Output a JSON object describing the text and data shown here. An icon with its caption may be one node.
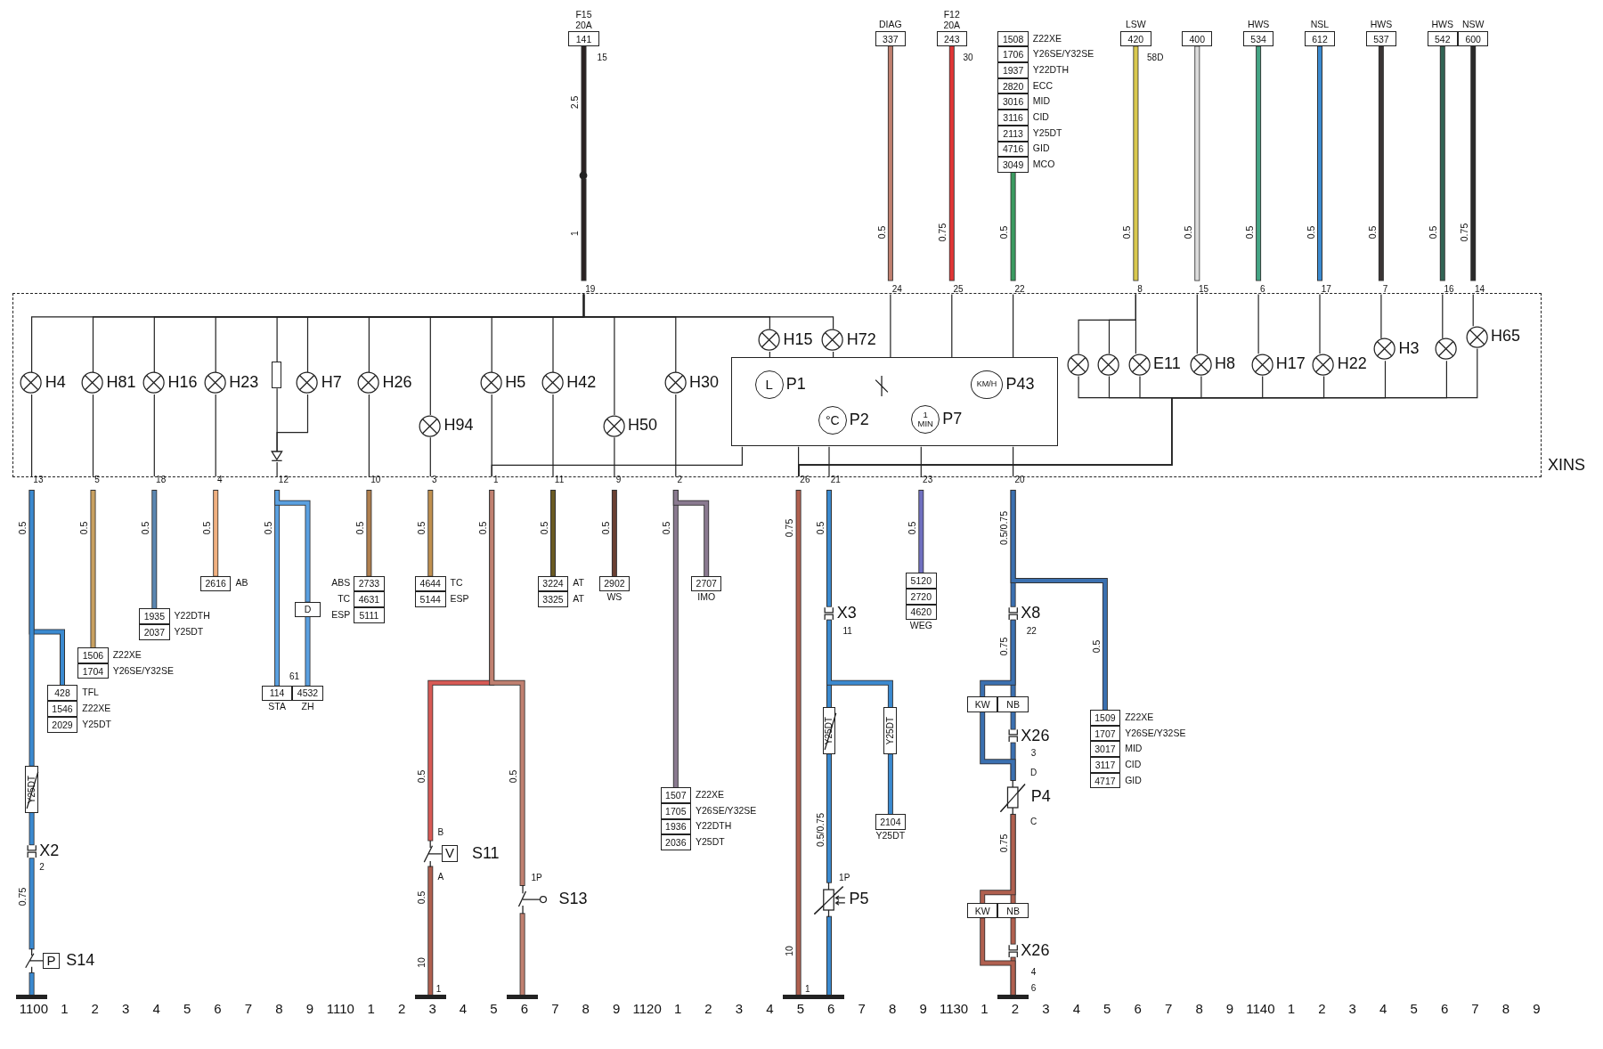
{
  "diagram": {
    "nodes": [
      {
        "text": [
          "XINS"
        ]
      },
      {
        "text": [
          "141"
        ],
        "beside": [
          "F15 20A"
        ]
      },
      {
        "text": [],
        "shape": "circle"
      },
      {
        "text": [
          "337"
        ],
        "beside": [
          "DIAG"
        ]
      },
      {
        "text": [
          "243"
        ],
        "beside": [
          "F12 20A"
        ]
      },
      {
        "text": [
          "1508"
        ],
        "beside": [
          "Z22XE"
        ]
      },
      {
        "text": [
          "1706"
        ],
        "beside": [
          "Y26SE/Y32SE"
        ]
      },
      {
        "text": [
          "1937"
        ],
        "beside": [
          "Y22DTH"
        ]
      },
      {
        "text": [
          "2820"
        ],
        "beside": [
          "ECC"
        ]
      },
      {
        "text": [
          "3016"
        ],
        "beside": [
          "MID"
        ]
      },
      {
        "text": [
          "3116"
        ],
        "beside": [
          "CID"
        ]
      },
      {
        "text": [
          "2113"
        ],
        "beside": [
          "Y25DT"
        ]
      },
      {
        "text": [
          "4716"
        ],
        "beside": [
          "GID"
        ]
      },
      {
        "text": [
          "3049"
        ],
        "beside": [
          "MCO"
        ]
      },
      {
        "text": [
          "420"
        ],
        "beside": [
          "LSW"
        ]
      },
      {
        "text": [
          "400"
        ]
      },
      {
        "text": [
          "534"
        ],
        "beside": [
          "HWS"
        ]
      },
      {
        "text": [
          "612"
        ],
        "beside": [
          "NSL"
        ]
      },
      {
        "text": [
          "537"
        ],
        "beside": [
          "HWS"
        ]
      },
      {
        "text": [
          "542"
        ],
        "beside": [
          "HWS"
        ]
      },
      {
        "text": [
          "600"
        ],
        "beside": [
          "NSW"
        ]
      },
      {
        "text": [
          "19"
        ],
        "in": 0
      },
      {
        "text": [
          "24"
        ],
        "in": 0
      },
      {
        "text": [
          "25"
        ],
        "in": 0
      },
      {
        "text": [
          "22"
        ],
        "in": 0
      },
      {
        "text": [
          "8"
        ],
        "in": 0
      },
      {
        "text": [
          "15"
        ],
        "in": 0
      },
      {
        "text": [
          "6"
        ],
        "in": 0
      },
      {
        "text": [
          "17"
        ],
        "in": 0
      },
      {
        "text": [
          "7"
        ],
        "in": 0
      },
      {
        "text": [
          "16"
        ],
        "in": 0
      },
      {
        "text": [
          "14"
        ],
        "in": 0
      },
      {
        "text": [],
        "shape": "circle",
        "beside": [
          "H4"
        ],
        "in": 0
      },
      {
        "text": [],
        "shape": "circle",
        "beside": [
          "H81"
        ],
        "in": 0
      },
      {
        "text": [],
        "shape": "circle",
        "beside": [
          "H16"
        ],
        "in": 0
      },
      {
        "text": [],
        "shape": "circle",
        "beside": [
          "H23"
        ],
        "in": 0
      },
      {
        "text": [],
        "shape": "box",
        "in": 0
      },
      {
        "text": [],
        "shape": "circle",
        "beside": [
          "H7"
        ],
        "in": 0
      },
      {
        "text": [],
        "shape": "triangle",
        "in": 0
      },
      {
        "text": [],
        "shape": "circle",
        "beside": [
          "H26"
        ],
        "in": 0
      },
      {
        "text": [],
        "shape": "circle",
        "beside": [
          "H94"
        ],
        "in": 0
      },
      {
        "text": [],
        "shape": "circle",
        "beside": [
          "H5"
        ],
        "in": 0
      },
      {
        "text": [],
        "shape": "circle",
        "beside": [
          "H42"
        ],
        "in": 0
      },
      {
        "text": [],
        "shape": "circle",
        "beside": [
          "H50"
        ],
        "in": 0
      },
      {
        "text": [],
        "shape": "circle",
        "beside": [
          "H30"
        ],
        "in": 0
      },
      {
        "text": [],
        "shape": "circle",
        "beside": [
          "H15"
        ],
        "in": 0
      },
      {
        "text": [],
        "shape": "circle",
        "beside": [
          "H72"
        ],
        "in": 0
      },
      {
        "text": [],
        "shape": "box",
        "in": 0
      },
      {
        "text": [
          "L"
        ],
        "beside": [
          "P1"
        ],
        "in": 47
      },
      {
        "text": [
          "°C"
        ],
        "beside": [
          "P2"
        ],
        "in": 47
      },
      {
        "text": [
          "1 MIN"
        ],
        "beside": [
          "P7"
        ],
        "in": 47
      },
      {
        "text": [
          "KM/H"
        ],
        "beside": [
          "P43"
        ],
        "in": 47
      },
      {
        "text": [],
        "shape": "circle",
        "in": 0
      },
      {
        "text": [],
        "shape": "circle",
        "in": 0
      },
      {
        "text": [],
        "shape": "circle",
        "beside": [
          "E11"
        ],
        "in": 0
      },
      {
        "text": [],
        "shape": "circle",
        "beside": [
          "H8"
        ],
        "in": 0
      },
      {
        "text": [],
        "shape": "circle",
        "beside": [
          "H17"
        ],
        "in": 0
      },
      {
        "text": [],
        "shape": "circle",
        "beside": [
          "H22"
        ],
        "in": 0
      },
      {
        "text": [],
        "shape": "circle",
        "beside": [
          "H3"
        ],
        "in": 0
      },
      {
        "text": [],
        "shape": "circle",
        "in": 0
      },
      {
        "text": [],
        "shape": "circle",
        "beside": [
          "H65"
        ],
        "in": 0
      },
      {
        "text": [
          "13"
        ],
        "in": 0
      },
      {
        "text": [
          "5"
        ],
        "in": 0
      },
      {
        "text": [
          "18"
        ],
        "in": 0
      },
      {
        "text": [
          "4"
        ],
        "in": 0
      },
      {
        "text": [
          "12"
        ],
        "in": 0
      },
      {
        "text": [
          "10"
        ],
        "in": 0
      },
      {
        "text": [
          "3"
        ],
        "in": 0
      },
      {
        "text": [
          "1"
        ],
        "in": 0
      },
      {
        "text": [
          "11"
        ],
        "in": 0
      },
      {
        "text": [
          "9"
        ],
        "in": 0
      },
      {
        "text": [
          "2"
        ],
        "in": 0
      },
      {
        "text": [
          "26"
        ],
        "in": 0
      },
      {
        "text": [
          "21"
        ],
        "in": 0
      },
      {
        "text": [
          "23"
        ],
        "in": 0
      },
      {
        "text": [
          "20"
        ],
        "in": 0
      },
      {
        "text": [
          "1506"
        ],
        "beside": [
          "Z22XE"
        ]
      },
      {
        "text": [
          "1704"
        ],
        "beside": [
          "Y26SE/Y32SE"
        ]
      },
      {
        "text": [
          "428"
        ],
        "beside": [
          "TFL"
        ]
      },
      {
        "text": [
          "1546"
        ],
        "beside": [
          "Z22XE"
        ]
      },
      {
        "text": [
          "2029"
        ],
        "beside": [
          "Y25DT"
        ]
      },
      {
        "text": [
          "Y25DT"
        ]
      },
      {
        "text": [],
        "shape": "box",
        "beside": [
          "X2"
        ]
      },
      {
        "text": [
          "P"
        ],
        "beside": [
          "S14"
        ]
      },
      {
        "text": [],
        "shape": "bar"
      },
      {
        "text": [
          "1935"
        ],
        "beside": [
          "Y22DTH"
        ]
      },
      {
        "text": [
          "2037"
        ],
        "beside": [
          "Y25DT"
        ]
      },
      {
        "text": [
          "2616"
        ],
        "beside": [
          "AB"
        ]
      },
      {
        "text": [
          "D"
        ]
      },
      {
        "text": [
          "114"
        ],
        "beside": [
          "STA"
        ]
      },
      {
        "text": [
          "4532"
        ],
        "beside": [
          "ZH"
        ]
      },
      {
        "text": [
          "2733"
        ],
        "beside": [
          "ABS"
        ]
      },
      {
        "text": [
          "4631"
        ],
        "beside": [
          "TC"
        ]
      },
      {
        "text": [
          "5111"
        ],
        "beside": [
          "ESP"
        ]
      },
      {
        "text": [
          "4644"
        ],
        "beside": [
          "TC"
        ]
      },
      {
        "text": [
          "5144"
        ],
        "beside": [
          "ESP"
        ]
      },
      {
        "text": [
          "3224"
        ],
        "beside": [
          "AT"
        ]
      },
      {
        "text": [
          "3325"
        ],
        "beside": [
          "AT"
        ]
      },
      {
        "text": [
          "2902"
        ],
        "beside": [
          "WS"
        ]
      },
      {
        "text": [
          "2707"
        ],
        "beside": [
          "IMO"
        ]
      },
      {
        "text": [
          "1507"
        ],
        "beside": [
          "Z22XE"
        ]
      },
      {
        "text": [
          "1705"
        ],
        "beside": [
          "Y26SE/Y32SE"
        ]
      },
      {
        "text": [
          "1936"
        ],
        "beside": [
          "Y22DTH"
        ]
      },
      {
        "text": [
          "2036"
        ],
        "beside": [
          "Y25DT"
        ]
      },
      {
        "text": [
          "V"
        ],
        "beside": [
          "S11"
        ]
      },
      {
        "text": [],
        "shape": "switch",
        "beside": [
          "S13"
        ]
      },
      {
        "text": [],
        "shape": "bar"
      },
      {
        "text": [],
        "shape": "bar"
      },
      {
        "text": [],
        "shape": "bar"
      },
      {
        "text": [],
        "shape": "box",
        "beside": [
          "X3"
        ]
      },
      {
        "text": [
          "Y25DT"
        ]
      },
      {
        "text": [
          "Y25DT"
        ]
      },
      {
        "text": [
          "2104"
        ],
        "beside": [
          "Y25DT"
        ]
      },
      {
        "text": [],
        "shape": "box",
        "beside": [
          "P5"
        ]
      },
      {
        "text": [],
        "shape": "bar"
      },
      {
        "text": [
          "5120"
        ]
      },
      {
        "text": [
          "2720"
        ]
      },
      {
        "text": [
          "4620"
        ],
        "beside": [
          "WEG"
        ]
      },
      {
        "text": [],
        "shape": "box",
        "beside": [
          "X8"
        ]
      },
      {
        "text": [
          "KW"
        ]
      },
      {
        "text": [
          "NB"
        ]
      },
      {
        "text": [],
        "shape": "box",
        "beside": [
          "X26"
        ]
      },
      {
        "text": [],
        "shape": "box",
        "beside": [
          "P4"
        ]
      },
      {
        "text": [
          "KW"
        ]
      },
      {
        "text": [
          "NB"
        ]
      },
      {
        "text": [],
        "shape": "box",
        "beside": [
          "X26"
        ]
      },
      {
        "text": [],
        "shape": "bar"
      },
      {
        "text": [
          "1509"
        ],
        "beside": [
          "Z22XE"
        ]
      },
      {
        "text": [
          "1707"
        ],
        "beside": [
          "Y26SE/Y32SE"
        ]
      },
      {
        "text": [
          "3017"
        ],
        "beside": [
          "MID"
        ]
      },
      {
        "text": [
          "3117"
        ],
        "beside": [
          "CID"
        ]
      },
      {
        "text": [
          "4717"
        ],
        "beside": [
          "GID"
        ]
      }
    ],
    "edges": [
      {
        "from": 1,
        "to": 2,
        "arrow": "none",
        "label": "2.5",
        "style": "thick",
        "color": "#2a2222"
      },
      {
        "from": 2,
        "to": 21,
        "arrow": "none",
        "label": "1",
        "style": "thick",
        "color": "#2a2222"
      },
      {
        "from": 3,
        "to": 22,
        "arrow": "none",
        "label": "0.5",
        "style": "thick",
        "color": "#c08070"
      },
      {
        "from": 4,
        "to": 23,
        "arrow": "none",
        "label": "0.75",
        "style": "thick",
        "color": "#e03535"
      },
      {
        "from": 13,
        "to": 24,
        "arrow": "none",
        "label": "0.5",
        "style": "thick",
        "color": "#3a9a60"
      },
      {
        "from": 14,
        "to": 25,
        "arrow": "none",
        "label": "0.5",
        "style": "thick",
        "color": "#d8c850"
      },
      {
        "from": 15,
        "to": 26,
        "arrow": "none",
        "label": "0.5",
        "style": "thick",
        "color": "#dcdcdc"
      },
      {
        "from": 16,
        "to": 27,
        "arrow": "none",
        "label": "0.5",
        "style": "thick",
        "color": "#45a585"
      },
      {
        "from": 17,
        "to": 28,
        "arrow": "none",
        "label": "0.5",
        "style": "thick",
        "color": "#3a8ad0"
      },
      {
        "from": 18,
        "to": 29,
        "arrow": "none",
        "label": "0.5",
        "style": "thick",
        "color": "#3a3535"
      },
      {
        "from": 19,
        "to": 30,
        "arrow": "none",
        "label": "0.5",
        "style": "thick",
        "color": "#306555"
      },
      {
        "from": 20,
        "to": 31,
        "arrow": "none",
        "label": "0.75",
        "style": "thick",
        "color": "#2a2a2a"
      },
      {
        "from": 21,
        "to": 32,
        "arrow": "none"
      },
      {
        "from": 21,
        "to": 33,
        "arrow": "none"
      },
      {
        "from": 21,
        "to": 34,
        "arrow": "none"
      },
      {
        "from": 21,
        "to": 35,
        "arrow": "none"
      },
      {
        "from": 21,
        "to": 36,
        "arrow": "none"
      },
      {
        "from": 21,
        "to": 37,
        "arrow": "none"
      },
      {
        "from": 21,
        "to": 39,
        "arrow": "none"
      },
      {
        "from": 21,
        "to": 40,
        "arrow": "none"
      },
      {
        "from": 21,
        "to": 41,
        "arrow": "none"
      },
      {
        "from": 21,
        "to": 42,
        "arrow": "none"
      },
      {
        "from": 21,
        "to": 43,
        "arrow": "none"
      },
      {
        "from": 21,
        "to": 44,
        "arrow": "none"
      },
      {
        "from": 21,
        "to": 45,
        "arrow": "none"
      },
      {
        "from": 21,
        "to": 46,
        "arrow": "none"
      },
      {
        "from": 36,
        "to": 38,
        "arrow": "none"
      },
      {
        "from": 37,
        "to": 38,
        "arrow": "none"
      },
      {
        "from": 22,
        "to": 47,
        "arrow": "none"
      },
      {
        "from": 23,
        "to": 47,
        "arrow": "none"
      },
      {
        "from": 24,
        "to": 47,
        "arrow": "none"
      },
      {
        "from": 25,
        "to": 54,
        "arrow": "none"
      },
      {
        "from": 25,
        "to": 52,
        "arrow": "none"
      },
      {
        "from": 25,
        "to": 53,
        "arrow": "none"
      },
      {
        "from": 26,
        "to": 55,
        "arrow": "none"
      },
      {
        "from": 27,
        "to": 56,
        "arrow": "none"
      },
      {
        "from": 28,
        "to": 57,
        "arrow": "none"
      },
      {
        "from": 29,
        "to": 58,
        "arrow": "none"
      },
      {
        "from": 30,
        "to": 59,
        "arrow": "none"
      },
      {
        "from": 31,
        "to": 60,
        "arrow": "none"
      },
      {
        "from": 52,
        "to": 72,
        "arrow": "none"
      },
      {
        "from": 53,
        "to": 72,
        "arrow": "none"
      },
      {
        "from": 54,
        "to": 72,
        "arrow": "none"
      },
      {
        "from": 55,
        "to": 72,
        "arrow": "none"
      },
      {
        "from": 56,
        "to": 72,
        "arrow": "none"
      },
      {
        "from": 57,
        "to": 72,
        "arrow": "none"
      },
      {
        "from": 58,
        "to": 72,
        "arrow": "none"
      },
      {
        "from": 59,
        "to": 72,
        "arrow": "none"
      },
      {
        "from": 60,
        "to": 72,
        "arrow": "none"
      },
      {
        "from": 47,
        "to": 72,
        "arrow": "none"
      },
      {
        "from": 41,
        "to": 68,
        "arrow": "none"
      },
      {
        "from": 47,
        "to": 68,
        "arrow": "none"
      },
      {
        "from": 32,
        "to": 61,
        "arrow": "none"
      },
      {
        "from": 33,
        "to": 62,
        "arrow": "none"
      },
      {
        "from": 34,
        "to": 63,
        "arrow": "none"
      },
      {
        "from": 35,
        "to": 64,
        "arrow": "none"
      },
      {
        "from": 38,
        "to": 65,
        "arrow": "none"
      },
      {
        "from": 39,
        "to": 66,
        "arrow": "none"
      },
      {
        "from": 40,
        "to": 67,
        "arrow": "none"
      },
      {
        "from": 42,
        "to": 69,
        "arrow": "none"
      },
      {
        "from": 43,
        "to": 70,
        "arrow": "none"
      },
      {
        "from": 44,
        "to": 71,
        "arrow": "none"
      },
      {
        "from": 47,
        "to": 73,
        "arrow": "none"
      },
      {
        "from": 47,
        "to": 74,
        "arrow": "none"
      },
      {
        "from": 47,
        "to": 75,
        "arrow": "none"
      },
      {
        "from": 45,
        "to": 47,
        "arrow": "none"
      },
      {
        "from": 46,
        "to": 47,
        "arrow": "none"
      },
      {
        "from": 61,
        "to": 78,
        "arrow": "none",
        "style": "thick",
        "color": "#3a8ad0"
      },
      {
        "from": 61,
        "to": 81,
        "arrow": "none",
        "label": "0.5",
        "style": "thick",
        "color": "#3a8ad0"
      },
      {
        "from": 81,
        "to": 82,
        "arrow": "none",
        "style": "thick",
        "color": "#3a8ad0"
      },
      {
        "from": 82,
        "to": 83,
        "arrow": "none",
        "label": "0.75",
        "style": "thick",
        "color": "#3a8ad0"
      },
      {
        "from": 83,
        "to": 84,
        "arrow": "none",
        "style": "thick",
        "color": "#3a8ad0"
      },
      {
        "from": 62,
        "to": 76,
        "arrow": "none",
        "label": "0.5",
        "style": "thick",
        "color": "#c8a060"
      },
      {
        "from": 63,
        "to": 85,
        "arrow": "none",
        "label": "0.5",
        "style": "thick",
        "color": "#5a86b0"
      },
      {
        "from": 64,
        "to": 87,
        "arrow": "none",
        "label": "0.5",
        "style": "thick",
        "color": "#f0b080"
      },
      {
        "from": 65,
        "to": 89,
        "arrow": "none",
        "label": "0.5",
        "style": "thick",
        "color": "#5aa0e0"
      },
      {
        "from": 65,
        "to": 88,
        "arrow": "none",
        "style": "thick",
        "color": "#5aa0e0"
      },
      {
        "from": 88,
        "to": 90,
        "arrow": "none",
        "style": "thick",
        "color": "#5aa0e0"
      },
      {
        "from": 66,
        "to": 91,
        "arrow": "none",
        "label": "0.5",
        "style": "thick",
        "color": "#b08050"
      },
      {
        "from": 67,
        "to": 94,
        "arrow": "none",
        "label": "0.5",
        "style": "thick",
        "color": "#c09050"
      },
      {
        "from": 68,
        "to": 104,
        "arrow": "none",
        "label": "0.5",
        "style": "thick",
        "color": "#d85a55"
      },
      {
        "from": 68,
        "to": 105,
        "arrow": "none",
        "label": "0.5",
        "style": "thick",
        "color": "#c08070"
      },
      {
        "from": 104,
        "to": 106,
        "arrow": "none",
        "label": "0.5",
        "style": "thick",
        "color": "#b06050"
      },
      {
        "from": 105,
        "to": 107,
        "arrow": "none",
        "style": "thick",
        "color": "#c08070"
      },
      {
        "from": 69,
        "to": 96,
        "arrow": "none",
        "label": "0.5",
        "style": "thick",
        "color": "#6a5a20"
      },
      {
        "from": 70,
        "to": 98,
        "arrow": "none",
        "label": "0.5",
        "style": "thick",
        "color": "#6a4030"
      },
      {
        "from": 71,
        "to": 100,
        "arrow": "none",
        "label": "0.5",
        "style": "thick",
        "color": "#8a7a90"
      },
      {
        "from": 71,
        "to": 99,
        "arrow": "none",
        "style": "thick",
        "color": "#8a7a90"
      },
      {
        "from": 72,
        "to": 108,
        "arrow": "none",
        "label": "0.75",
        "style": "thick",
        "color": "#b06050"
      },
      {
        "from": 73,
        "to": 109,
        "arrow": "none",
        "label": "0.5",
        "style": "thick",
        "color": "#3a8ad0"
      },
      {
        "from": 109,
        "to": 110,
        "arrow": "none",
        "style": "thick",
        "color": "#3a8ad0"
      },
      {
        "from": 109,
        "to": 111,
        "arrow": "none",
        "style": "thick",
        "color": "#3a8ad0"
      },
      {
        "from": 111,
        "to": 112,
        "arrow": "none",
        "style": "thick",
        "color": "#3a8ad0"
      },
      {
        "from": 110,
        "to": 113,
        "arrow": "none",
        "label": "0.5/0.75",
        "style": "thick",
        "color": "#3a8ad0"
      },
      {
        "from": 113,
        "to": 114,
        "arrow": "none",
        "style": "thick",
        "color": "#3a8ad0"
      },
      {
        "from": 74,
        "to": 115,
        "arrow": "none",
        "label": "0.5",
        "style": "thick",
        "color": "#7070c0"
      },
      {
        "from": 75,
        "to": 118,
        "arrow": "none",
        "label": "0.5/0.75",
        "style": "thick",
        "color": "#3a70b0"
      },
      {
        "from": 75,
        "to": 127,
        "arrow": "none",
        "label": "0.5",
        "style": "thick",
        "color": "#3a70b0"
      },
      {
        "from": 118,
        "to": 120,
        "arrow": "none",
        "label": "0.75",
        "style": "thick",
        "color": "#3a70b0"
      },
      {
        "from": 118,
        "to": 119,
        "arrow": "none",
        "style": "thick",
        "color": "#3a70b0"
      },
      {
        "from": 120,
        "to": 121,
        "arrow": "none",
        "style": "thick",
        "color": "#3a70b0"
      },
      {
        "from": 121,
        "to": 122,
        "arrow": "none",
        "style": "thick",
        "color": "#3a70b0"
      },
      {
        "from": 119,
        "to": 122,
        "arrow": "none",
        "style": "thick",
        "color": "#3a70b0"
      },
      {
        "from": 122,
        "to": 124,
        "arrow": "none",
        "label": "0.75",
        "style": "thick",
        "color": "#b06050"
      },
      {
        "from": 122,
        "to": 123,
        "arrow": "none",
        "style": "thick",
        "color": "#b06050"
      },
      {
        "from": 124,
        "to": 125,
        "arrow": "none",
        "style": "thick",
        "color": "#b06050"
      },
      {
        "from": 125,
        "to": 126,
        "arrow": "none",
        "style": "thick",
        "color": "#b06050"
      },
      {
        "from": 123,
        "to": 126,
        "arrow": "none",
        "style": "thick",
        "color": "#b06050"
      }
    ],
    "labels": [
      "15",
      "30",
      "58D",
      "0.5",
      "61",
      "2",
      "B",
      "A",
      "10",
      "1",
      "1P",
      "10",
      "1",
      "11",
      "1P",
      "22",
      "3",
      "D",
      "C",
      "4",
      "6",
      "1100",
      "1",
      "2",
      "3",
      "4",
      "5",
      "6",
      "7",
      "8",
      "9",
      "1110",
      "1",
      "2",
      "3",
      "4",
      "5",
      "6",
      "7",
      "8",
      "9",
      "1120",
      "1",
      "2",
      "3",
      "4",
      "5",
      "6",
      "7",
      "8",
      "9",
      "1130",
      "1",
      "2",
      "3",
      "4",
      "5",
      "6",
      "7",
      "8",
      "9",
      "1140",
      "1",
      "2",
      "3",
      "4",
      "5",
      "6",
      "7",
      "8",
      "9"
    ]
  }
}
